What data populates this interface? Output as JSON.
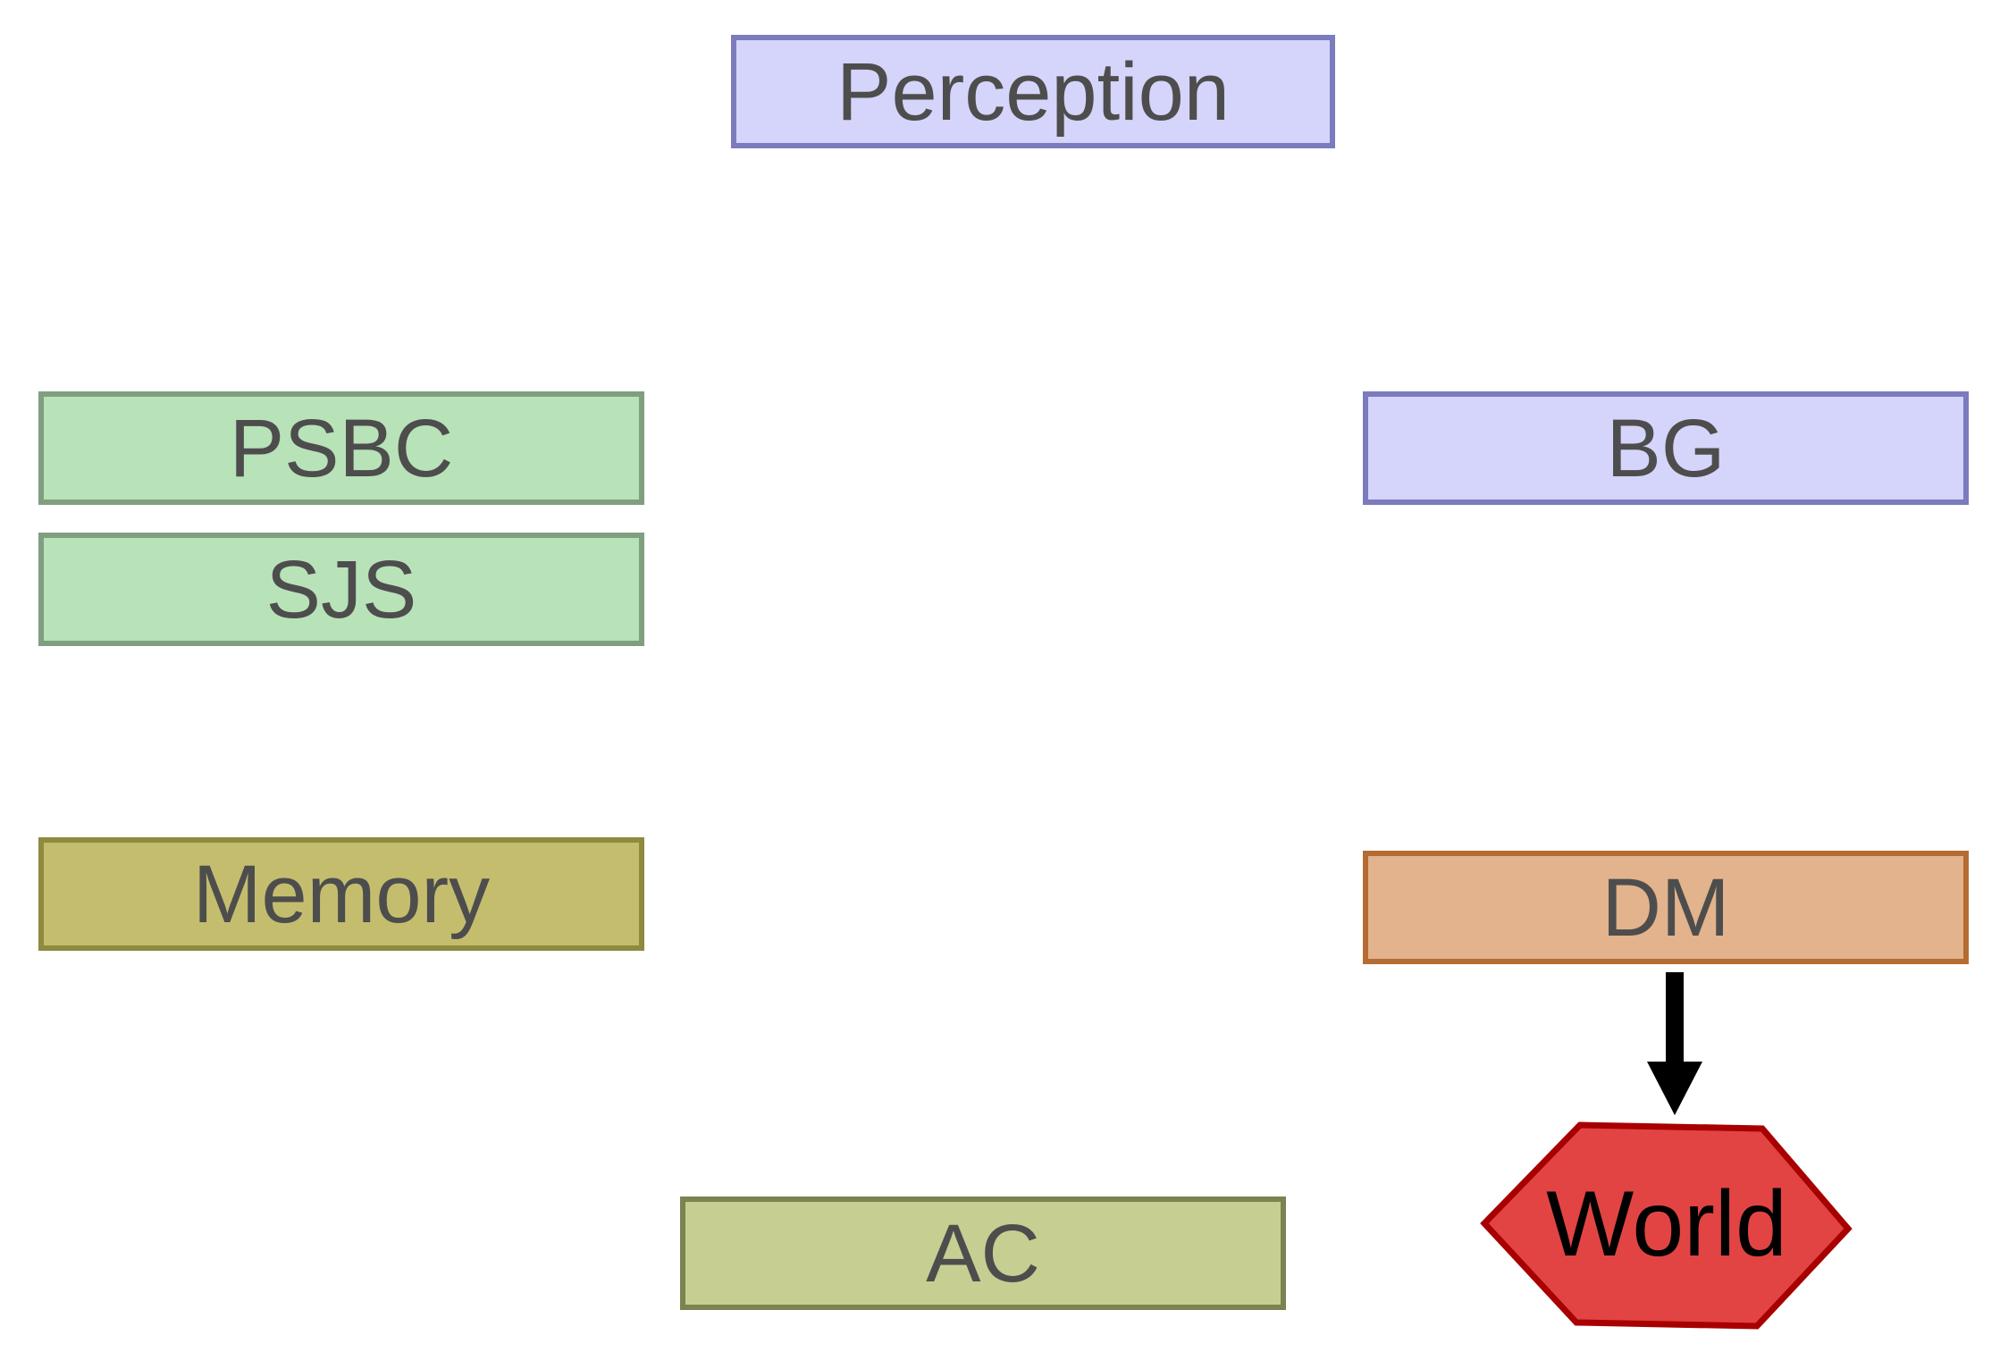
{
  "nodes": {
    "perception": {
      "label": "Perception",
      "fill": "#d5d4fa",
      "stroke": "#7b7bbd"
    },
    "psbc": {
      "label": "PSBC",
      "fill": "#b8e2b8",
      "stroke": "#7f9f7f"
    },
    "sjs": {
      "label": "SJS",
      "fill": "#b8e2b8",
      "stroke": "#7f9f7f"
    },
    "bg": {
      "label": "BG",
      "fill": "#d5d4fa",
      "stroke": "#7b7bbd"
    },
    "memory": {
      "label": "Memory",
      "fill": "#c4bd6e",
      "stroke": "#8e8a3e"
    },
    "dm": {
      "label": "DM",
      "fill": "#e2b38c",
      "stroke": "#b56c32"
    },
    "ac": {
      "label": "AC",
      "fill": "#c7ce92",
      "stroke": "#7b8350"
    },
    "world": {
      "label": "World",
      "fill": "#e24444",
      "stroke": "#a80000"
    }
  },
  "edges": [
    {
      "from": "DM",
      "to": "World"
    }
  ],
  "text_color": "#4d4d4d",
  "arrow_color": "#000000"
}
